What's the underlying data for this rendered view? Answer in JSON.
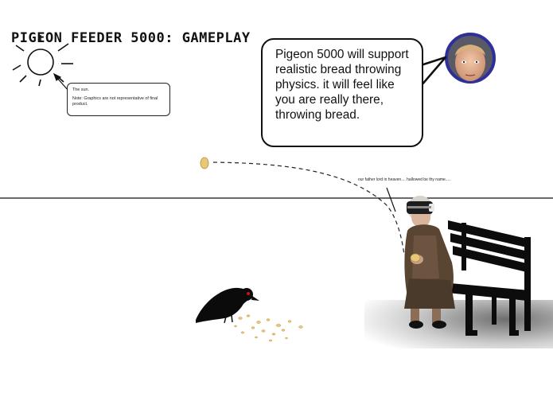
{
  "title": "PIGEON FEEDER 5000: GAMEPLAY",
  "sun_note": {
    "line1": "The sun.",
    "line2": "Note:  Graphics are not representative of final product."
  },
  "speech_bubble": {
    "text": "Pigeon 5000 will support realistic bread throwing physics.  it will feel like you are really there, throwing bread."
  },
  "prayer_caption": "our father lord in heaven.... hallowed be thy name.....",
  "colors": {
    "avatar_ring": "#2f2f9a",
    "bird_eye": "#d01010",
    "bread": "#e8c777"
  }
}
